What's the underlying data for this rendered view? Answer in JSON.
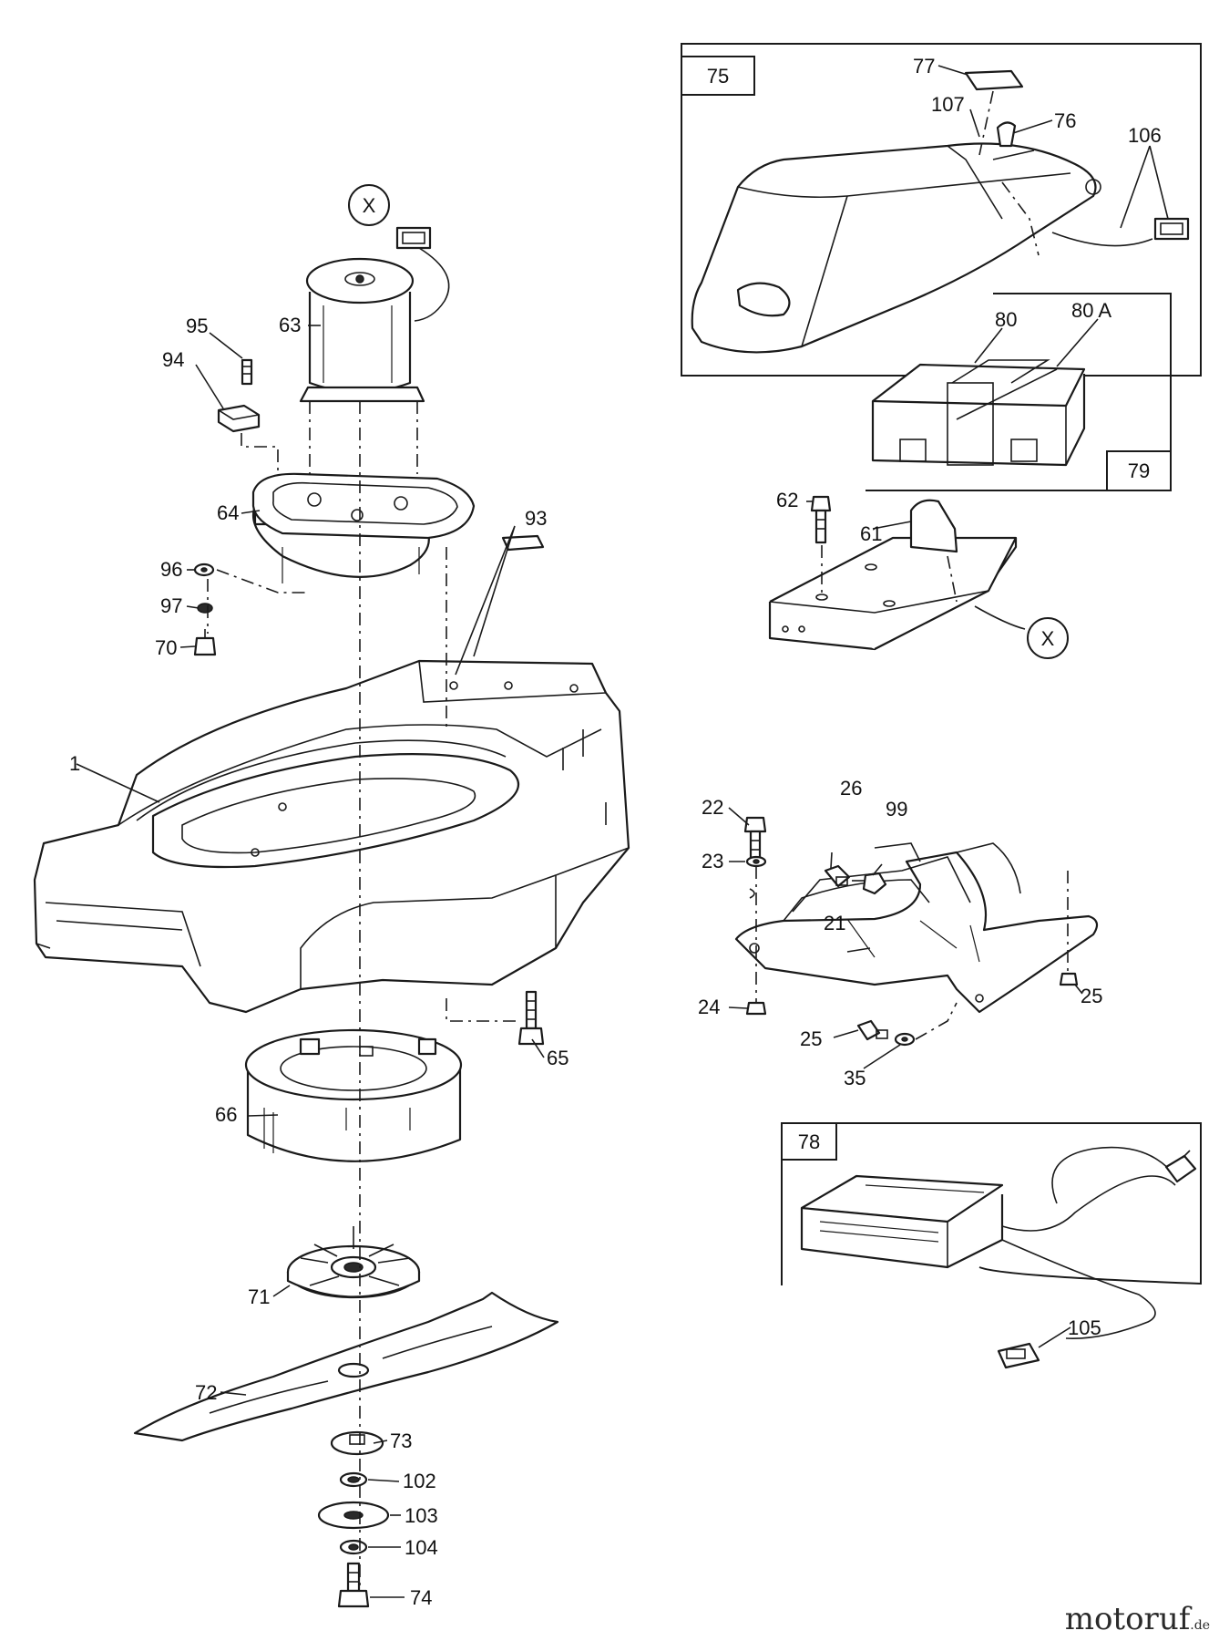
{
  "connector_marker": "X",
  "part_labels": {
    "p1": "1",
    "p21": "21",
    "p22": "22",
    "p23": "23",
    "p24": "24",
    "p25a": "25",
    "p25b": "25",
    "p26": "26",
    "p35": "35",
    "p61": "61",
    "p62": "62",
    "p63": "63",
    "p64": "64",
    "p65": "65",
    "p66": "66",
    "p70": "70",
    "p71": "71",
    "p72": "72",
    "p73": "73",
    "p74": "74",
    "p76": "76",
    "p77": "77",
    "p80": "80",
    "p80a": "80 A",
    "p93": "93",
    "p94": "94",
    "p95": "95",
    "p96": "96",
    "p97": "97",
    "p99": "99",
    "p102": "102",
    "p103": "103",
    "p104": "104",
    "p105": "105",
    "p106": "106",
    "p107": "107"
  },
  "group_boxes": {
    "b75": "75",
    "b78": "78",
    "b79": "79"
  },
  "brand": {
    "name": "motoruf",
    "tld": ".de"
  }
}
